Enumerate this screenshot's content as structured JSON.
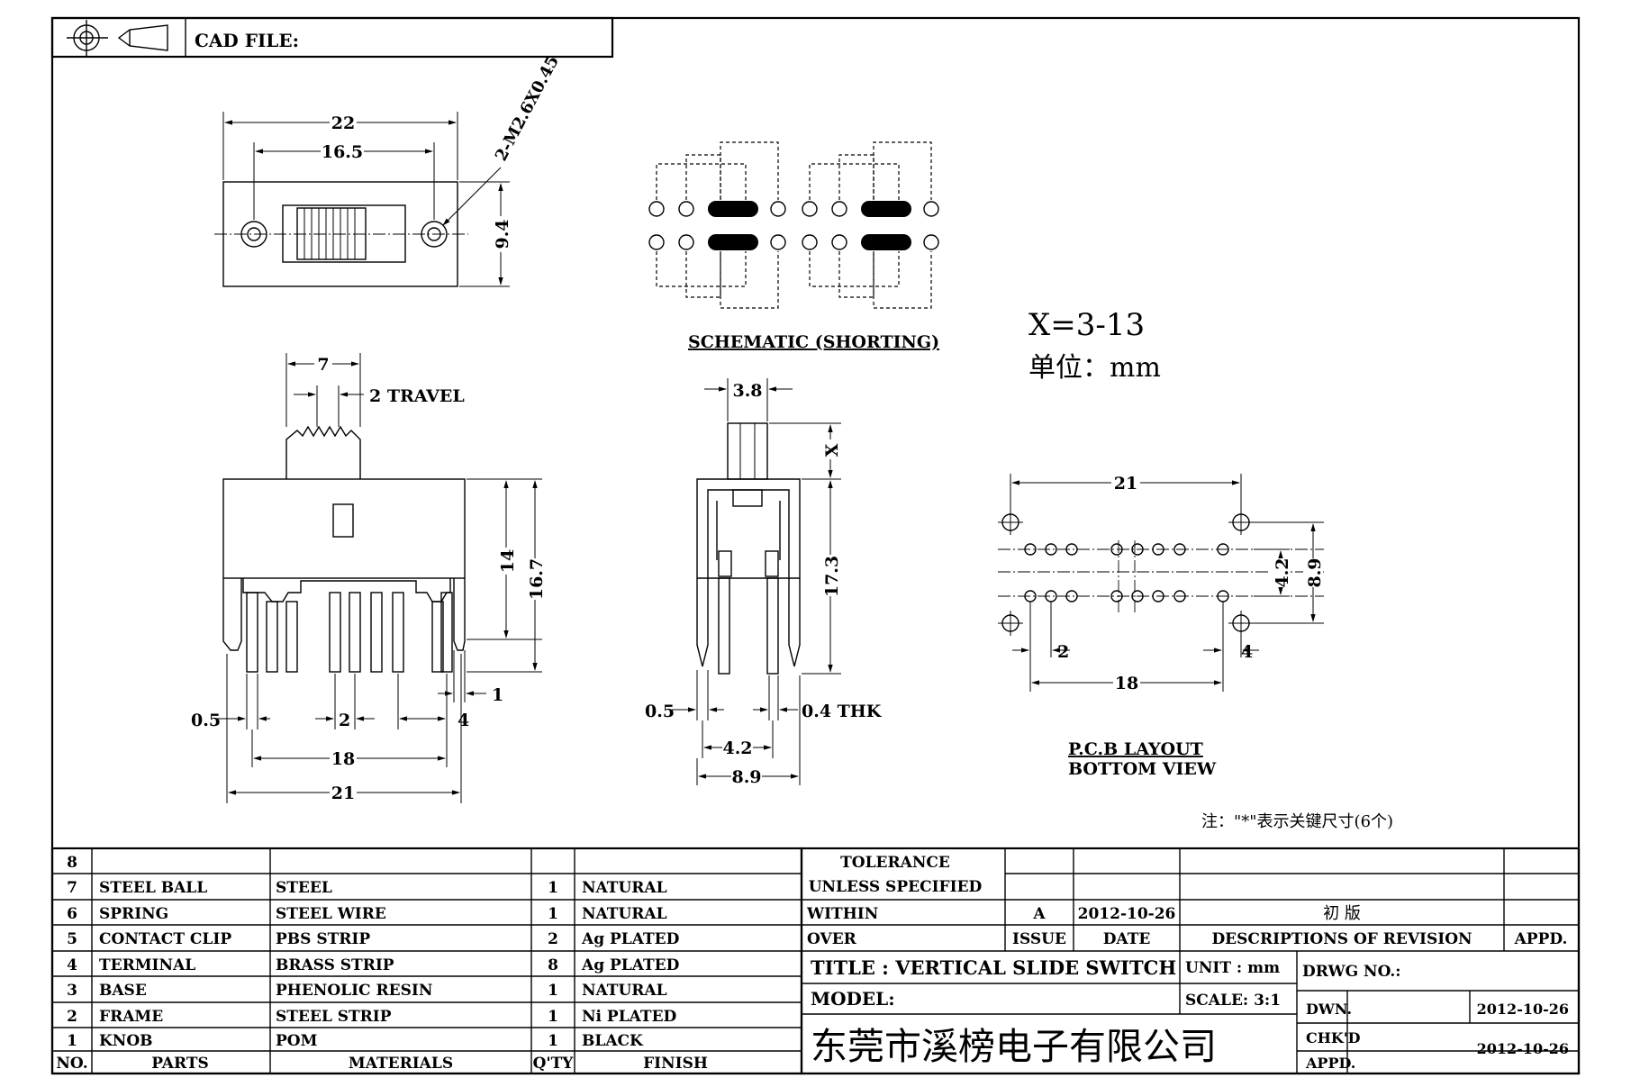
{
  "header": {
    "cad_file_label": "CAD FILE:",
    "projection_icon": "third-angle-projection-icon"
  },
  "top_view": {
    "dim_overall": "22",
    "dim_holes": "16.5",
    "dim_height": "9.4",
    "screw_callout": "2-M2.6X0.45"
  },
  "schematic": {
    "caption": "SCHEMATIC (SHORTING)"
  },
  "params": {
    "x_range": "X=3-13",
    "unit_label": "单位：mm"
  },
  "front_view": {
    "dim_knob": "7",
    "travel": "2 TRAVEL",
    "dim_body": "14",
    "dim_total": "16.7",
    "dim_pin_w": "0.5",
    "dim_pitch": "2",
    "dim_edge": "4",
    "dim_one": "1",
    "dim_18": "18",
    "dim_21": "21"
  },
  "side_view": {
    "dim_knob": "3.8",
    "dim_x": "X",
    "dim_height": "17.3",
    "dim_pin_w": "0.5",
    "thickness": "0.4 THK",
    "dim_row": "4.2",
    "dim_depth": "8.9"
  },
  "pcb": {
    "dim_21": "21",
    "dim_42": "4.2",
    "dim_89": "8.9",
    "dim_2": "2",
    "dim_4": "4",
    "dim_18": "18",
    "caption_line1": "P.C.B LAYOUT",
    "caption_line2": "BOTTOM VIEW"
  },
  "note": "注：\"*\"表示关键尺寸(6个)",
  "bom": {
    "rows": [
      {
        "no": "8",
        "part": "",
        "material": "",
        "qty": "",
        "finish": ""
      },
      {
        "no": "7",
        "part": "STEEL BALL",
        "material": "STEEL",
        "qty": "1",
        "finish": "NATURAL"
      },
      {
        "no": "6",
        "part": "SPRING",
        "material": "STEEL WIRE",
        "qty": "1",
        "finish": "NATURAL"
      },
      {
        "no": "5",
        "part": "CONTACT CLIP",
        "material": "PBS STRIP",
        "qty": "2",
        "finish": "Ag PLATED"
      },
      {
        "no": "4",
        "part": "TERMINAL",
        "material": "BRASS STRIP",
        "qty": "8",
        "finish": "Ag PLATED"
      },
      {
        "no": "3",
        "part": "BASE",
        "material": "PHENOLIC RESIN",
        "qty": "1",
        "finish": "NATURAL"
      },
      {
        "no": "2",
        "part": "FRAME",
        "material": "STEEL STRIP",
        "qty": "1",
        "finish": "Ni PLATED"
      },
      {
        "no": "1",
        "part": "KNOB",
        "material": "POM",
        "qty": "1",
        "finish": "BLACK"
      }
    ],
    "headers": {
      "no": "NO.",
      "parts": "PARTS",
      "materials": "MATERIALS",
      "qty": "Q'TY",
      "finish": "FINISH"
    }
  },
  "title_block": {
    "tolerance_line1": "TOLERANCE",
    "tolerance_line2": "UNLESS  SPECIFIED",
    "within": "WITHIN",
    "over": "OVER",
    "rev_letter": "A",
    "rev_date": "2012-10-26",
    "rev_desc": "初  版",
    "issue": "ISSUE",
    "date": "DATE",
    "desc_header": "DESCRIPTIONS OF REVISION",
    "appd": "APPD.",
    "title": "TITLE :  VERTICAL SLIDE SWITCH",
    "unit": "UNIT :  mm",
    "drwg_no": "DRWG NO.:",
    "model": "MODEL:",
    "scale": "SCALE:  3:1",
    "company": "东莞市溪榜电子有限公司",
    "dwn": "DWN.",
    "dwn_date": "2012-10-26",
    "chkd": "CHK'D",
    "chk_date": "2012-10-26",
    "appd2": "APPD."
  }
}
